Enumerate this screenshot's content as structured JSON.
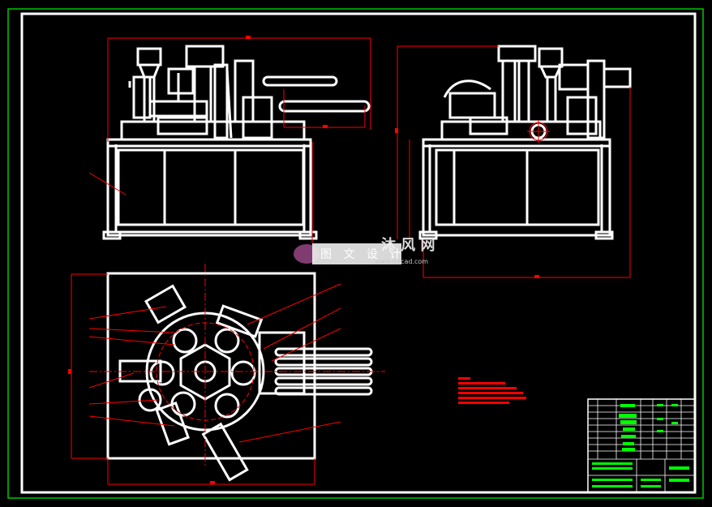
{
  "watermark": {
    "text": "图 文 设 计",
    "url": "www.mfcad.com",
    "logo": "沐 风 网"
  },
  "colors": {
    "background": "#000000",
    "outer_border": "#00c800",
    "inner_border": "#ffffff",
    "geometry": "#ffffff",
    "dimensions": "#ff0000",
    "title_block_fill": "#00ff00"
  },
  "views": [
    "front-view",
    "side-view",
    "top-view"
  ]
}
